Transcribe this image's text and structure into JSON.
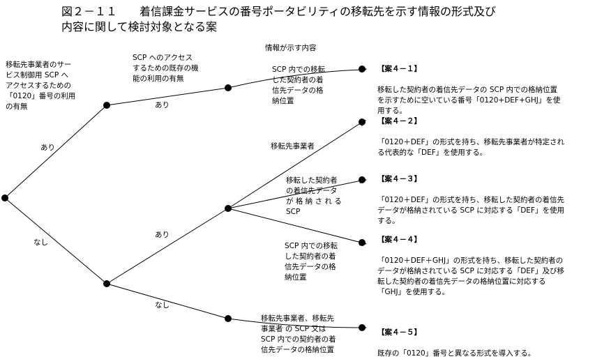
{
  "title": "図２－１１　　着信課金サービスの番号ポータビリティの移転先を示す情報の形式及び\n内容に関して検討対象となる案",
  "questions": {
    "q1": "移転先事業者のサー\nビス制御用 SCP へ\nアクセスするための\n「0120」番号の利用\nの有無",
    "q2": "SCP へのアクセス\nするための既存の機\n能の利用の有無",
    "q3": "情報が示す内容"
  },
  "edges": {
    "yes1": "あり",
    "no1": "なし",
    "yes2": "あり",
    "yes3": "あり",
    "no3": "なし"
  },
  "leaves": {
    "leaf1": "SCP 内での移転\nした契約者の着\n信先データの格\n納位置",
    "leaf2": "移転先事業者",
    "leaf3": "移転した契約者\nの着信先データ\nが 格 納 さ れ る\nSCP",
    "leaf4": "SCP 内での移転\nした契約者の着\n信先データの格\n納位置",
    "leaf5": "移転先事業者、移転先\n事業者 の SCP 又は\nSCP 内での契約者の着\n信先データの格納位置"
  },
  "cases": [
    {
      "head": "【案４－１】",
      "body": "移転した契約者の着信先データの SCP 内での格納位置\nを示すために空いている番号「0120+DEF+GHJ」を使\n用する。"
    },
    {
      "head": "【案４－２】",
      "body": "「0120＋DEF」の形式を持ち、移転先事業者が特定され\nる代表的な「DEF」を使用する。"
    },
    {
      "head": "【案４－３】",
      "body": "「0120＋DEF」の形式を持ち、移転した契約者の着信先\nデータが格納されている SCP に対応する「DEF」を使用\nする。"
    },
    {
      "head": "【案４－４】",
      "body": "「0120＋DEF＋GHJ」の形式を持ち、移転した契約者の\nデータが格納されている SCP に対応する「DEF」及び移\n転した契約者の着信先データの格納位置に対応する\n「GHJ」を使用する。"
    },
    {
      "head": "【案４－５】",
      "body": "既存の「0120」番号と異なる形式を導入する。"
    }
  ]
}
